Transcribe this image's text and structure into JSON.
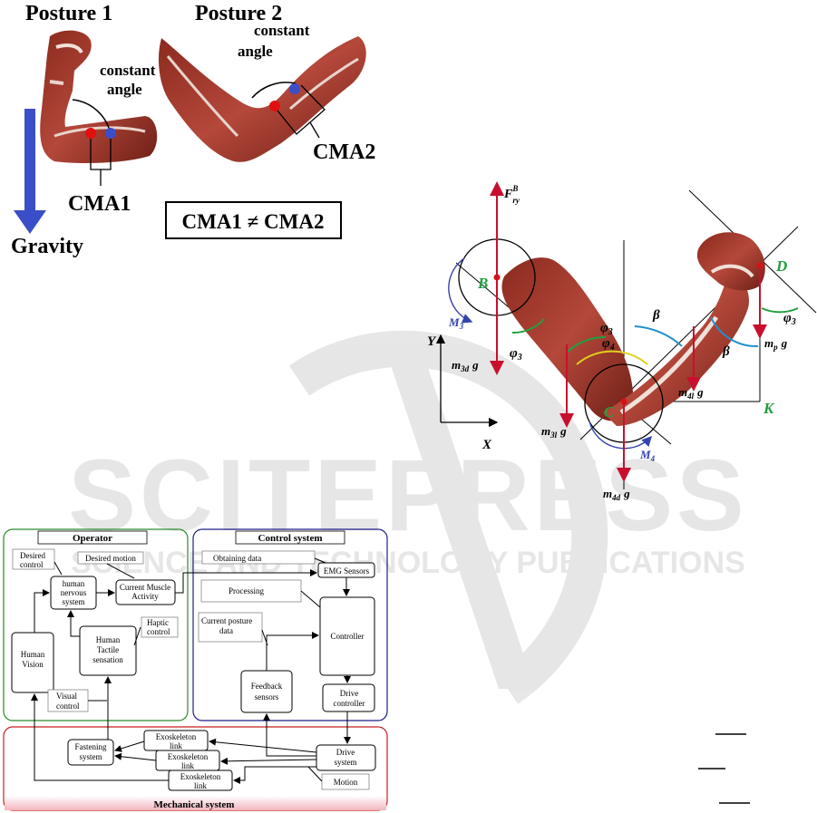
{
  "posture": {
    "title1": "Posture 1",
    "title2": "Posture 2",
    "constant1a": "constant",
    "constant1b": "angle",
    "constant2a": "constant",
    "constant2b": "angle",
    "cma1": "CMA1",
    "cma2": "CMA2",
    "inequality": "CMA1 ≠ CMA2",
    "gravity": "Gravity"
  },
  "arm_model": {
    "force": "F",
    "force_sup": "B",
    "force_sub": "ry",
    "point_b": "B",
    "point_c": "C",
    "point_d": "D",
    "point_k": "K",
    "axis_x": "X",
    "axis_y": "Y",
    "m3": "M",
    "m3_sub": "3",
    "m4": "M",
    "m4_sub": "4",
    "mass_3d": "m",
    "mass_3d_sub": "3d",
    "mass_3l": "m",
    "mass_3l_sub": "3l",
    "mass_4d": "m",
    "mass_4d_sub": "4d",
    "mass_4l": "m",
    "mass_4l_sub": "4l",
    "mass_p": "m",
    "mass_p_sub": "p",
    "g": "g",
    "phi3": "φ",
    "phi3_sub": "3",
    "phi4": "φ",
    "phi4_sub": "4",
    "beta": "β"
  },
  "block": {
    "operator": "Operator",
    "control_system": "Control system",
    "mechanical_system": "Mechanical system",
    "desired_control_1": "Desired",
    "desired_control_2": "control",
    "desired_motion": "Desired motion",
    "nervous_1": "human",
    "nervous_2": "nervous",
    "nervous_3": "system",
    "muscle_1": "Current Muscle",
    "muscle_2": "Activity",
    "tactile_1": "Human",
    "tactile_2": "Tactile",
    "tactile_3": "sensation",
    "haptic_1": "Haptic",
    "haptic_2": "control",
    "vision_1": "Human",
    "vision_2": "Vision",
    "visual_1": "Visual",
    "visual_2": "control",
    "obtaining": "Obtaining data",
    "emg": "EMG Sensors",
    "processing": "Processing",
    "posture_data_1": "Current posture",
    "posture_data_2": "data",
    "controller": "Controller",
    "feedback_1": "Feedback",
    "feedback_2": "sensors",
    "drive_ctrl_1": "Drive",
    "drive_ctrl_2": "controller",
    "fastening_1": "Fastening",
    "fastening_2": "system",
    "link": "Exoskeleton",
    "link2": "link",
    "drive_sys_1": "Drive",
    "drive_sys_2": "system",
    "motion": "Motion"
  },
  "watermark": {
    "main": "SCITEPRESS",
    "sub": "SCIENCE AND TECHNOLOGY PUBLICATIONS"
  }
}
